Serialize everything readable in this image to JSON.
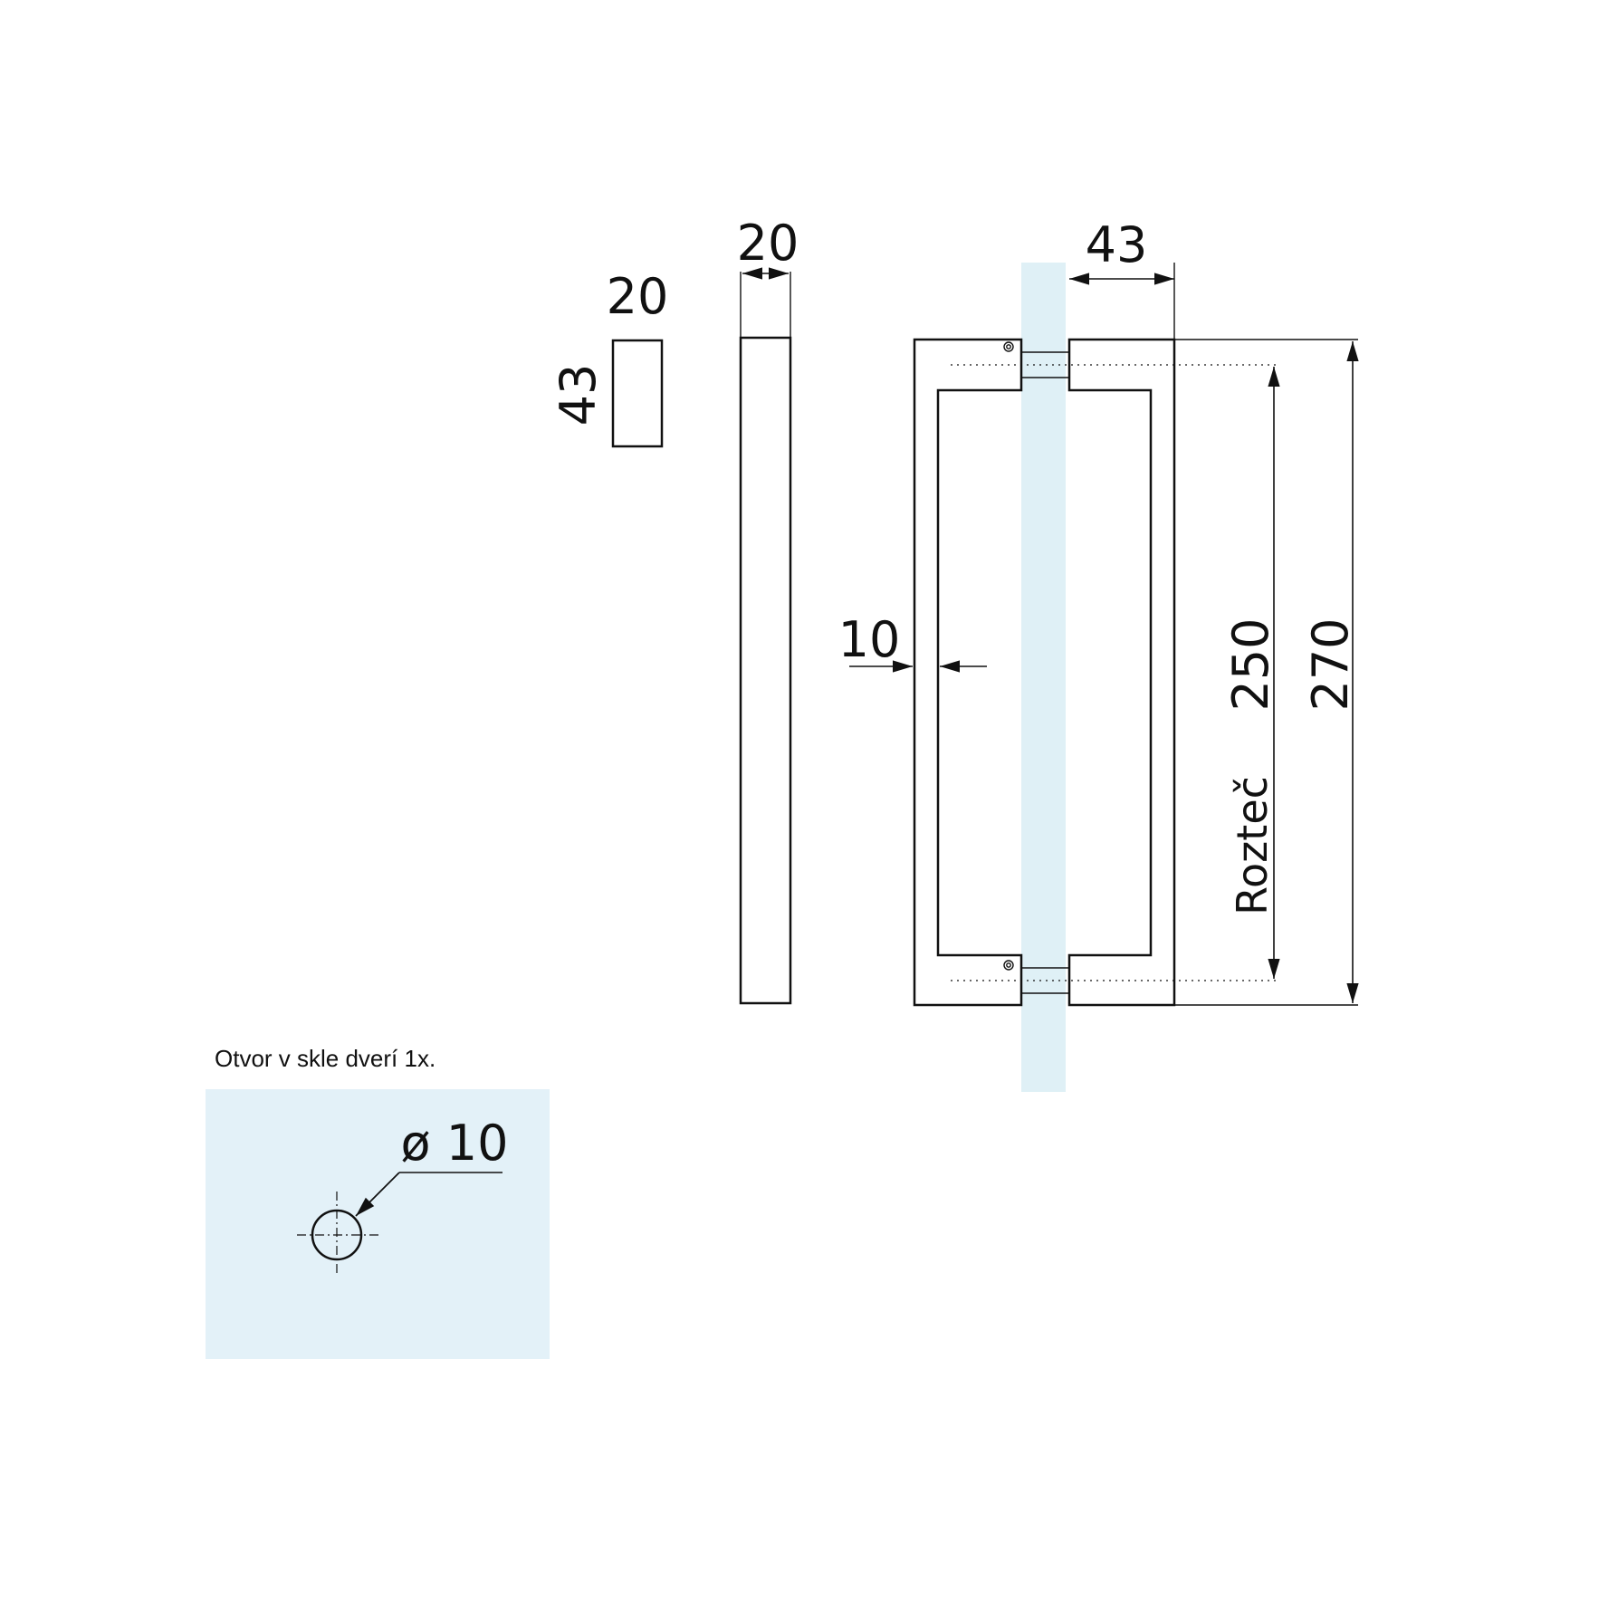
{
  "colors": {
    "glass": "#dff0f6",
    "glass_panel": "#e3f1f8",
    "line": "#111111"
  },
  "dimensions": {
    "section_width": "20",
    "section_height": "43",
    "side_width": "20",
    "handle_depth": "43",
    "bar_thickness": "10",
    "spacing": "250",
    "spacing_label": "Rozteč",
    "overall_length": "270"
  },
  "hole": {
    "title": "Otvor v skle dverí 1x.",
    "diameter_label": "ø 10"
  }
}
